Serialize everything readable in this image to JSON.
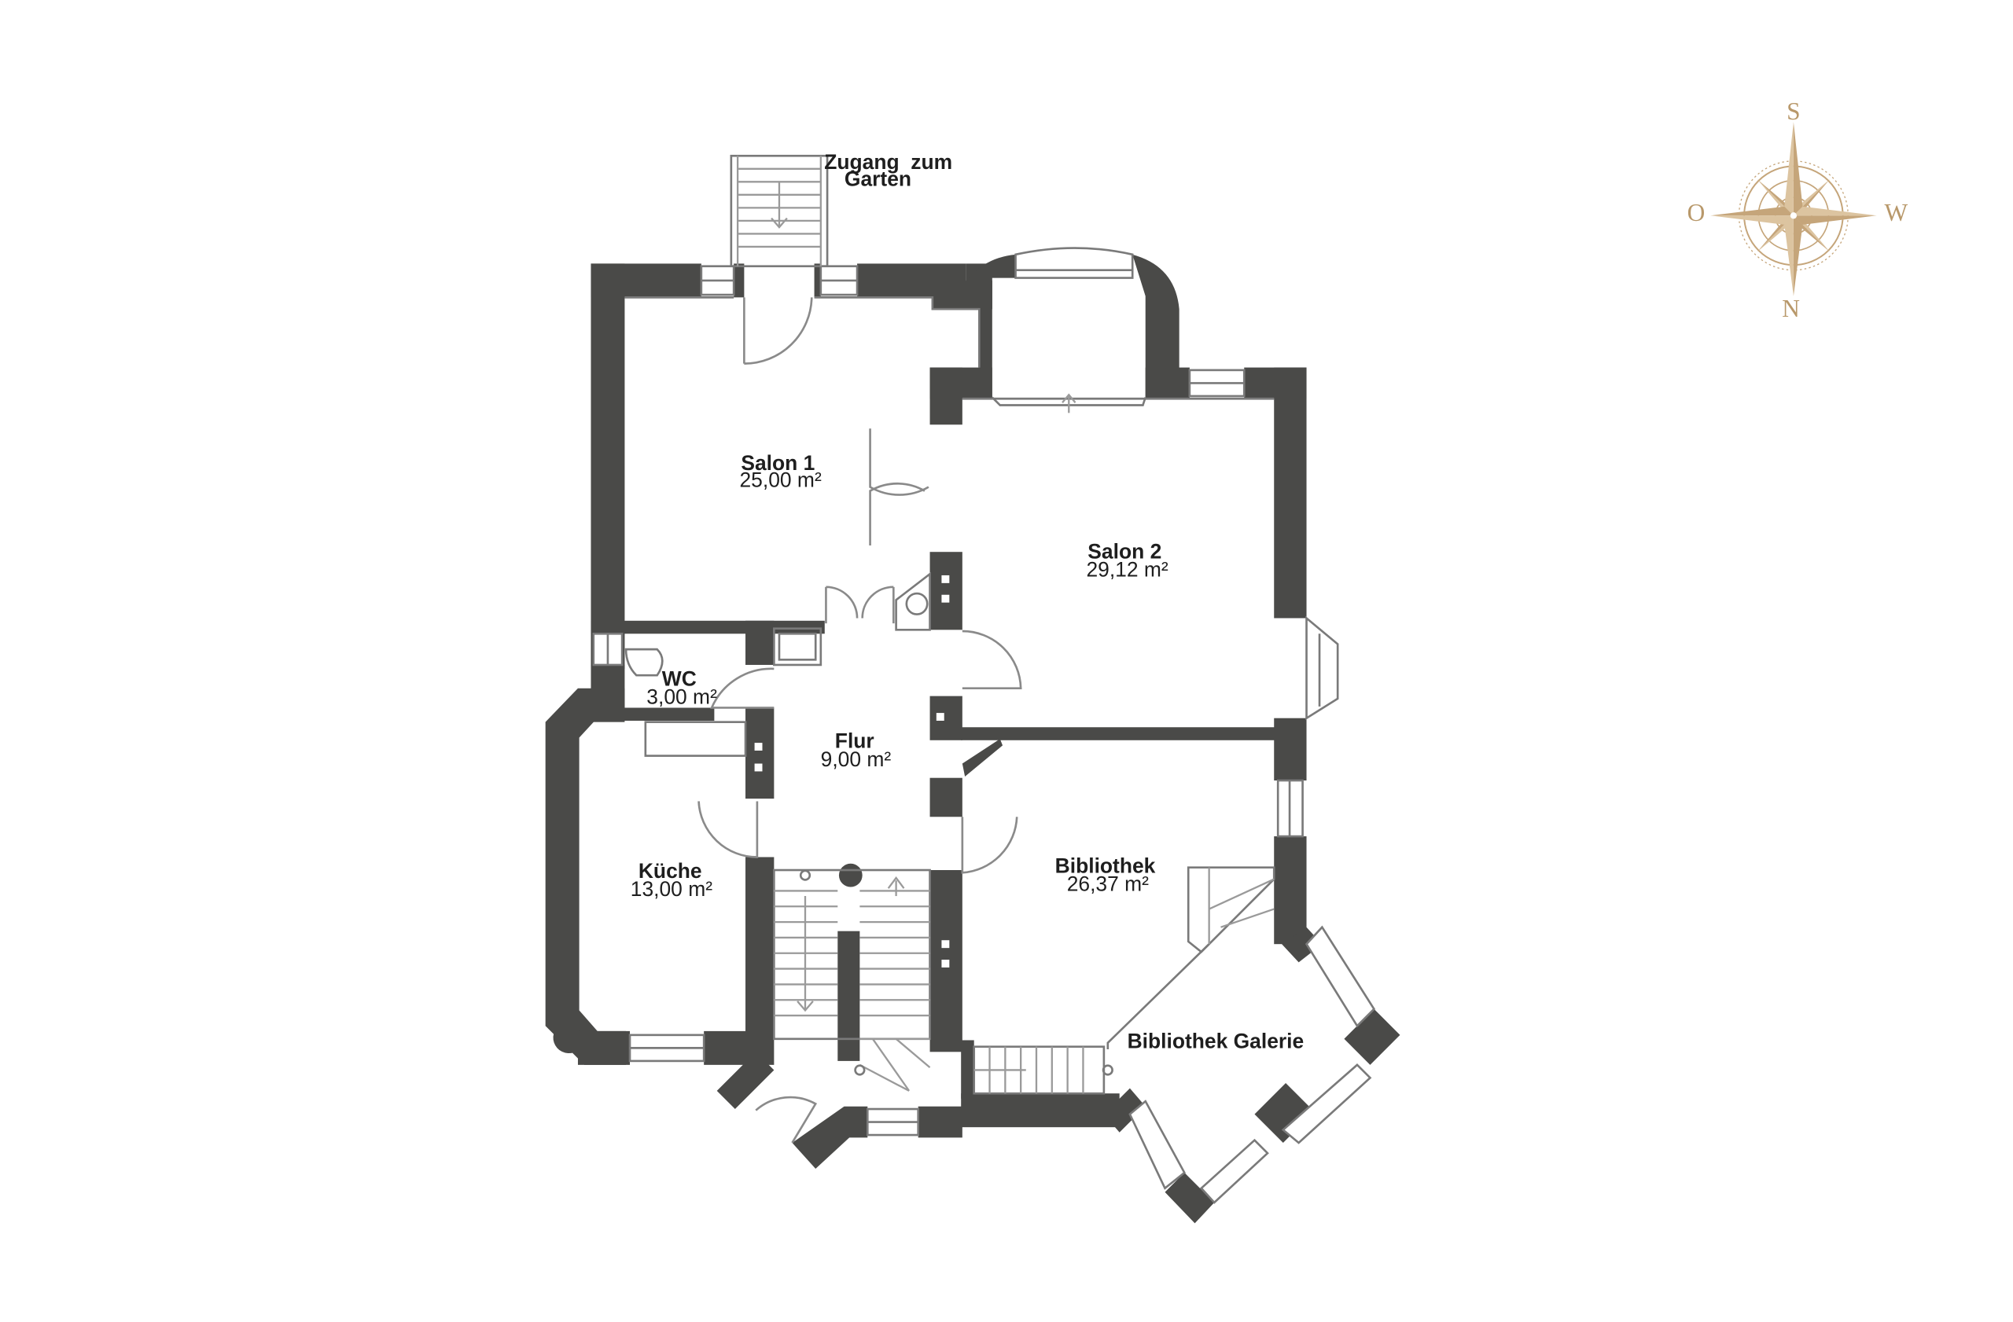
{
  "rooms": {
    "salon1": {
      "name": "Salon 1",
      "area": "25,00 m²"
    },
    "salon2": {
      "name": "Salon 2",
      "area": "29,12 m²"
    },
    "wc": {
      "name": "WC",
      "area": "3,00 m²"
    },
    "flur": {
      "name": "Flur",
      "area": "9,00 m²"
    },
    "kueche": {
      "name": "Küche",
      "area": "13,00 m²"
    },
    "bibliothek": {
      "name": "Bibliothek",
      "area": "26,37 m²"
    },
    "galerie": {
      "name": "Bibliothek Galerie"
    }
  },
  "labels": {
    "garden_line1": "Zugang  zum",
    "garden_line2": "Garten"
  },
  "compass": {
    "top": "S",
    "bottom": "N",
    "left": "O",
    "right": "W"
  },
  "colors": {
    "wall": "#4a4a48",
    "compass": "#c5a57a"
  }
}
